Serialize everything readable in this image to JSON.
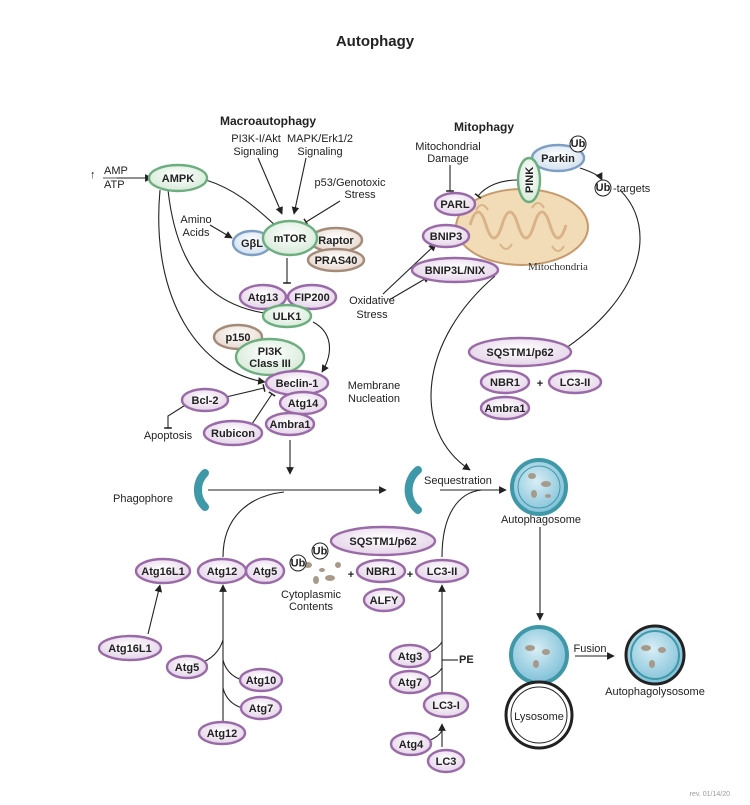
{
  "title": "Autophagy",
  "sections": {
    "macro": "Macroautophagy",
    "mito": "Mitophagy"
  },
  "labels": {
    "amp": "AMP",
    "atp": "ATP",
    "pi3k_sig_1": "PI3K-I/Akt",
    "pi3k_sig_2": "Signaling",
    "mapk_sig_1": "MAPK/Erk1/2",
    "mapk_sig_2": "Signaling",
    "p53_1": "p53/Genotoxic",
    "p53_2": "Stress",
    "amino_1": "Amino",
    "amino_2": "Acids",
    "mitodmg_1": "Mitochondrial",
    "mitodmg_2": "Damage",
    "ub_targets": "-targets",
    "mitochondria": "Mitochondria",
    "oxid_1": "Oxidative",
    "oxid_2": "Stress",
    "membrane_1": "Membrane",
    "membrane_2": "Nucleation",
    "apoptosis": "Apoptosis",
    "phagophore": "Phagophore",
    "sequestration": "Sequestration",
    "autophagosome": "Autophagosome",
    "cyto_1": "Cytoplasmic",
    "cyto_2": "Contents",
    "pe": "PE",
    "fusion": "Fusion",
    "autophagolysosome": "Autophagolysosome",
    "lysosome": "Lysosome",
    "revision": "rev. 01/14/20"
  },
  "nodes": {
    "ampk": "AMPK",
    "mtor": "mTOR",
    "gbl": "GβL",
    "raptor": "Raptor",
    "pras40": "PRAS40",
    "atg13": "Atg13",
    "fip200": "FIP200",
    "ulk1": "ULK1",
    "p150": "p150",
    "pi3k_1": "PI3K",
    "pi3k_2": "Class III",
    "beclin1": "Beclin-1",
    "atg14": "Atg14",
    "bcl2": "Bcl-2",
    "rubicon": "Rubicon",
    "ambra1": "Ambra1",
    "parl": "PARL",
    "pink": "PINK",
    "parkin": "Parkin",
    "ub": "Ub",
    "bnip3": "BNIP3",
    "bnip3l": "BNIP3L/NIX",
    "sqstm1_top": "SQSTM1/p62",
    "nbr1_top": "NBR1",
    "lc3ii_top": "LC3-II",
    "ambra1_right": "Ambra1",
    "atg16l1": "Atg16L1",
    "atg12": "Atg12",
    "atg5": "Atg5",
    "sqstm1_mid": "SQSTM1/p62",
    "nbr1_mid": "NBR1",
    "lc3ii_mid": "LC3-II",
    "alfy": "ALFY",
    "atg16l1_b": "Atg16L1",
    "atg5_b": "Atg5",
    "atg10": "Atg10",
    "atg7_b": "Atg7",
    "atg12_b": "Atg12",
    "atg3": "Atg3",
    "atg7_r": "Atg7",
    "lc3i": "LC3-I",
    "atg4": "Atg4",
    "lc3": "LC3"
  },
  "colors": {
    "purple_fill": "#efe4f1",
    "purple_border": "#9a6aa8",
    "green_fill": "#ecf5ee",
    "green_border": "#6cae7e",
    "blue_fill": "#e8f0f8",
    "blue_border": "#7d9fc4",
    "tan_fill": "#f1e9e4",
    "tan_border": "#a48a78",
    "phagophore": "#3f98a8",
    "vesicle": "#8fcbe0",
    "mito_fill": "#f2dcb8"
  }
}
